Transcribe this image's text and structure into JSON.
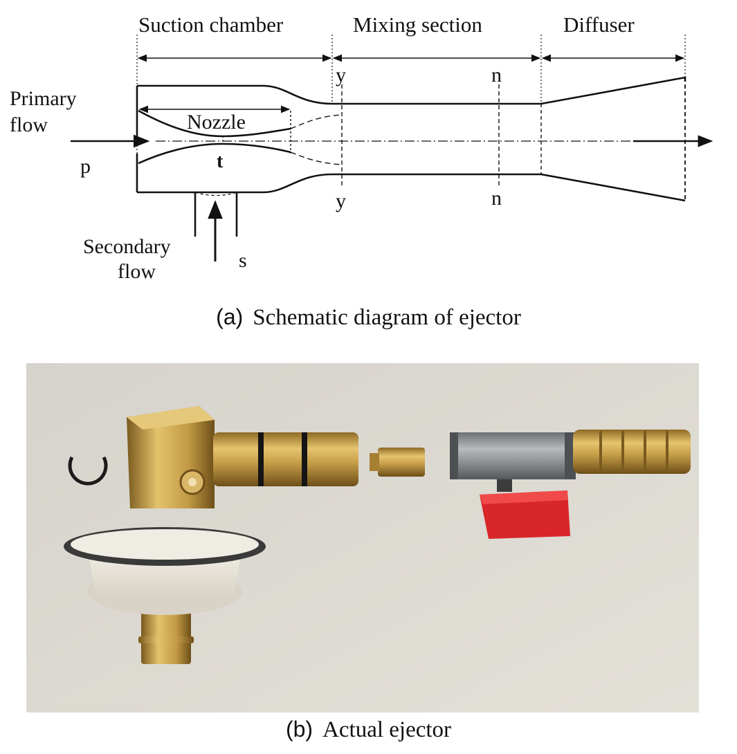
{
  "diagram": {
    "sections": {
      "suction": "Suction chamber",
      "mixing": "Mixing section",
      "diffuser": "Diffuser"
    },
    "labels": {
      "primary_line1": "Primary",
      "primary_line2": "flow",
      "p": "p",
      "nozzle": "Nozzle",
      "t": "t",
      "secondary_line1": "Secondary",
      "secondary_line2": "flow",
      "s": "s",
      "y": "y",
      "n": "n"
    },
    "caption_tag": "(a)",
    "caption_text": "Schematic diagram of ejector"
  },
  "photo": {
    "caption_tag": "(b)",
    "caption_text": "Actual ejector",
    "colors": {
      "background": "#dcd9d1",
      "brass": "#c9a04a",
      "steel": "#8a8d90",
      "valve_handle": "#d8262a",
      "white_cap": "#ece8de"
    }
  }
}
